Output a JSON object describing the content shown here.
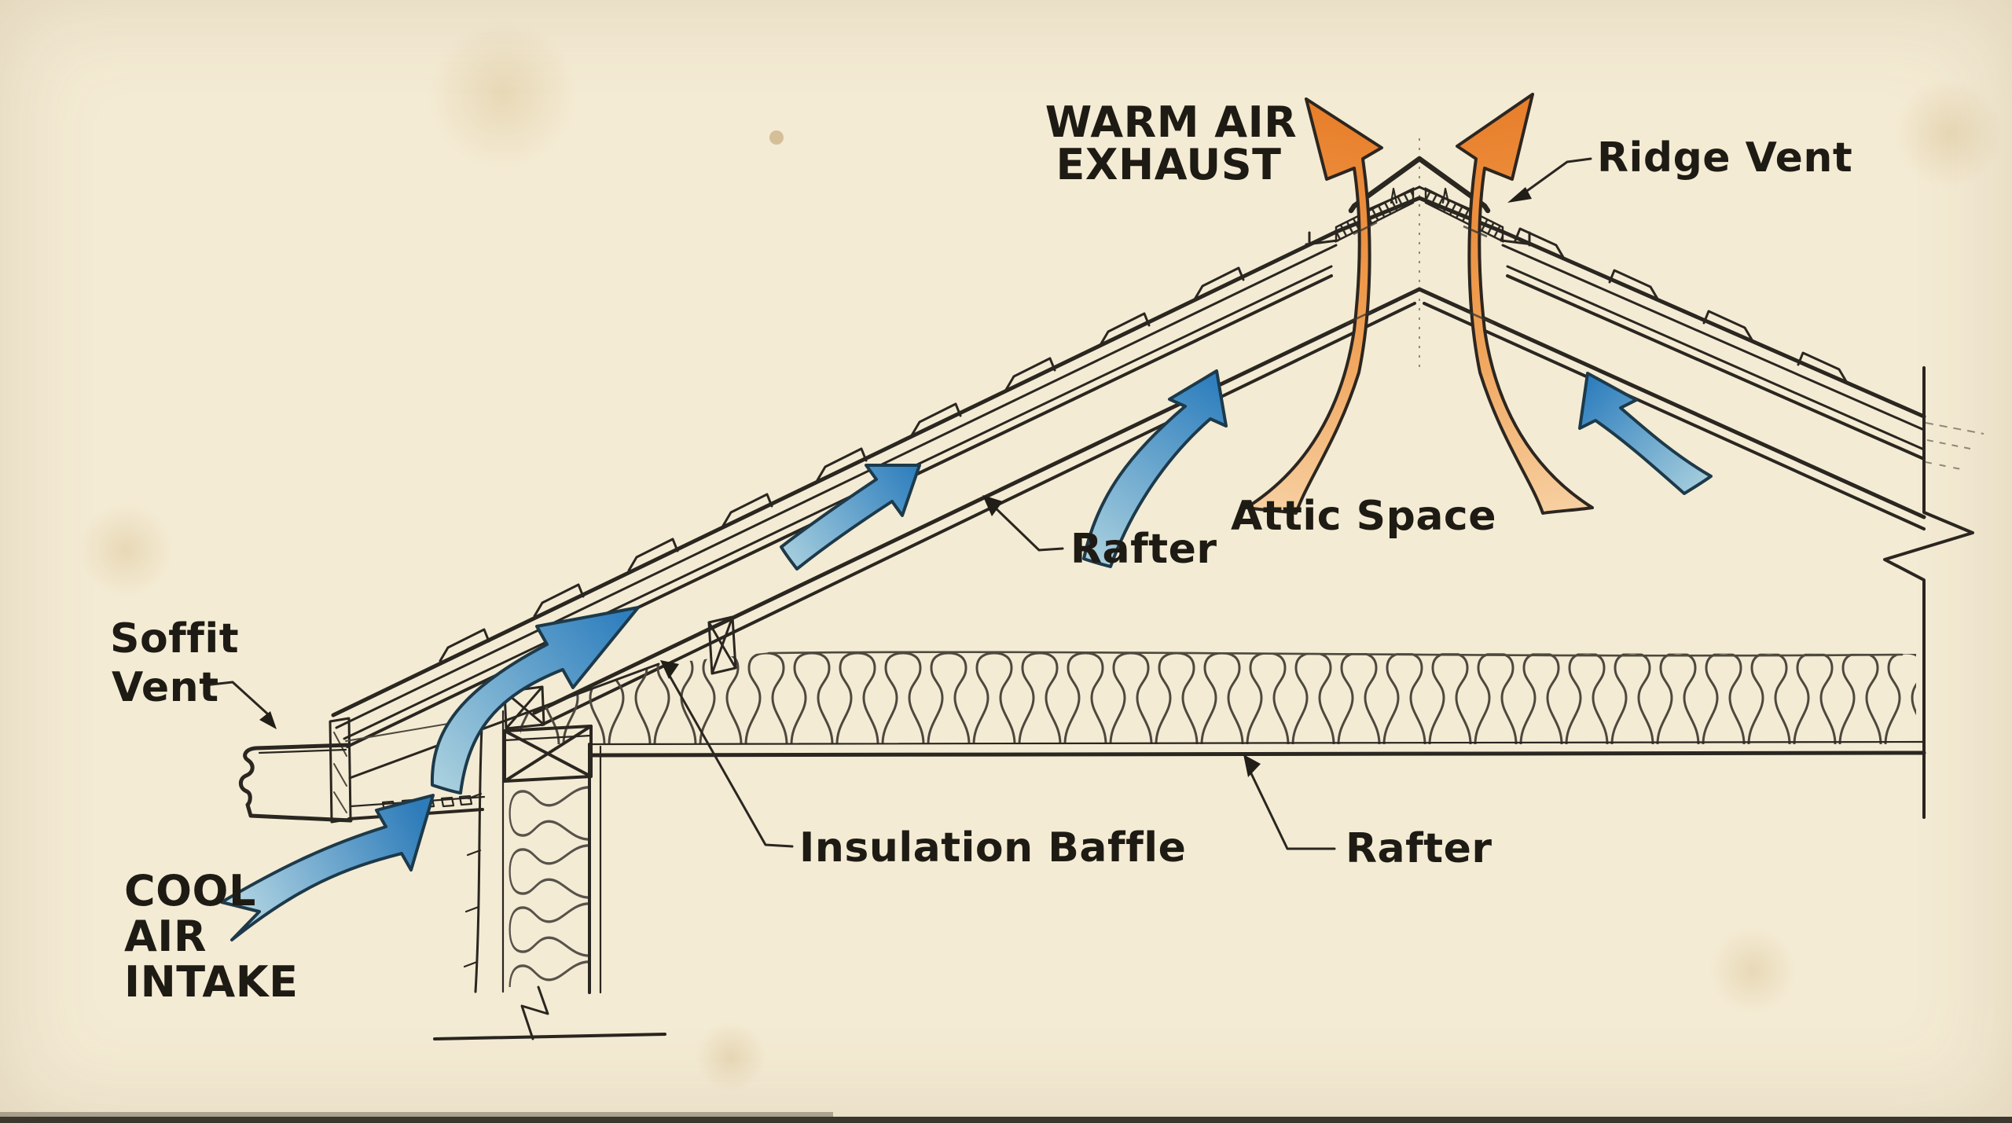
{
  "page": {
    "title": "Attic Ventilation Diagram"
  },
  "diagram": {
    "type": "technical-illustration",
    "subject": "Roof and attic ventilation cross-section, hand-drawn style",
    "labels": {
      "warm_air_exhaust_line1": "WARM AIR",
      "warm_air_exhaust_line2": "EXHAUST",
      "ridge_vent": "Ridge Vent",
      "attic_space": "Attic Space",
      "rafter_upper": "Rafter",
      "rafter_lower": "Rafter",
      "insulation_baffle": "Insulation Baffle",
      "soffit_vent_line1": "Soffit",
      "soffit_vent_line2": "Vent",
      "cool_air_intake_line1": "COOL",
      "cool_air_intake_line2": "AIR",
      "cool_air_intake_line3": "INTAKE"
    },
    "airflow": {
      "cool_air_arrow_count": 5,
      "warm_air_arrow_count": 2,
      "cool_air_color": "#2f7fbe",
      "cool_air_light": "#a9d0de",
      "warm_air_color": "#e87f2b",
      "warm_air_light": "#f7cfa0"
    },
    "colors": {
      "paper": "#f4ebd4",
      "ink": "#2a2620",
      "label_text": "#1e1b14"
    }
  }
}
